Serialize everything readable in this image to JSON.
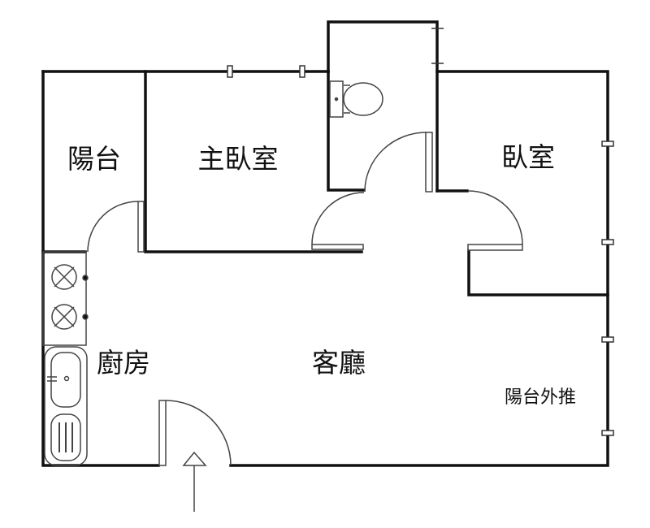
{
  "rooms": {
    "balcony": "陽台",
    "master_bedroom": "主臥室",
    "bedroom": "臥室",
    "kitchen": "廚房",
    "living_room": "客廳",
    "balcony_extension": "陽台外推"
  },
  "colors": {
    "wall": "#111111",
    "fixture": "#444444"
  }
}
